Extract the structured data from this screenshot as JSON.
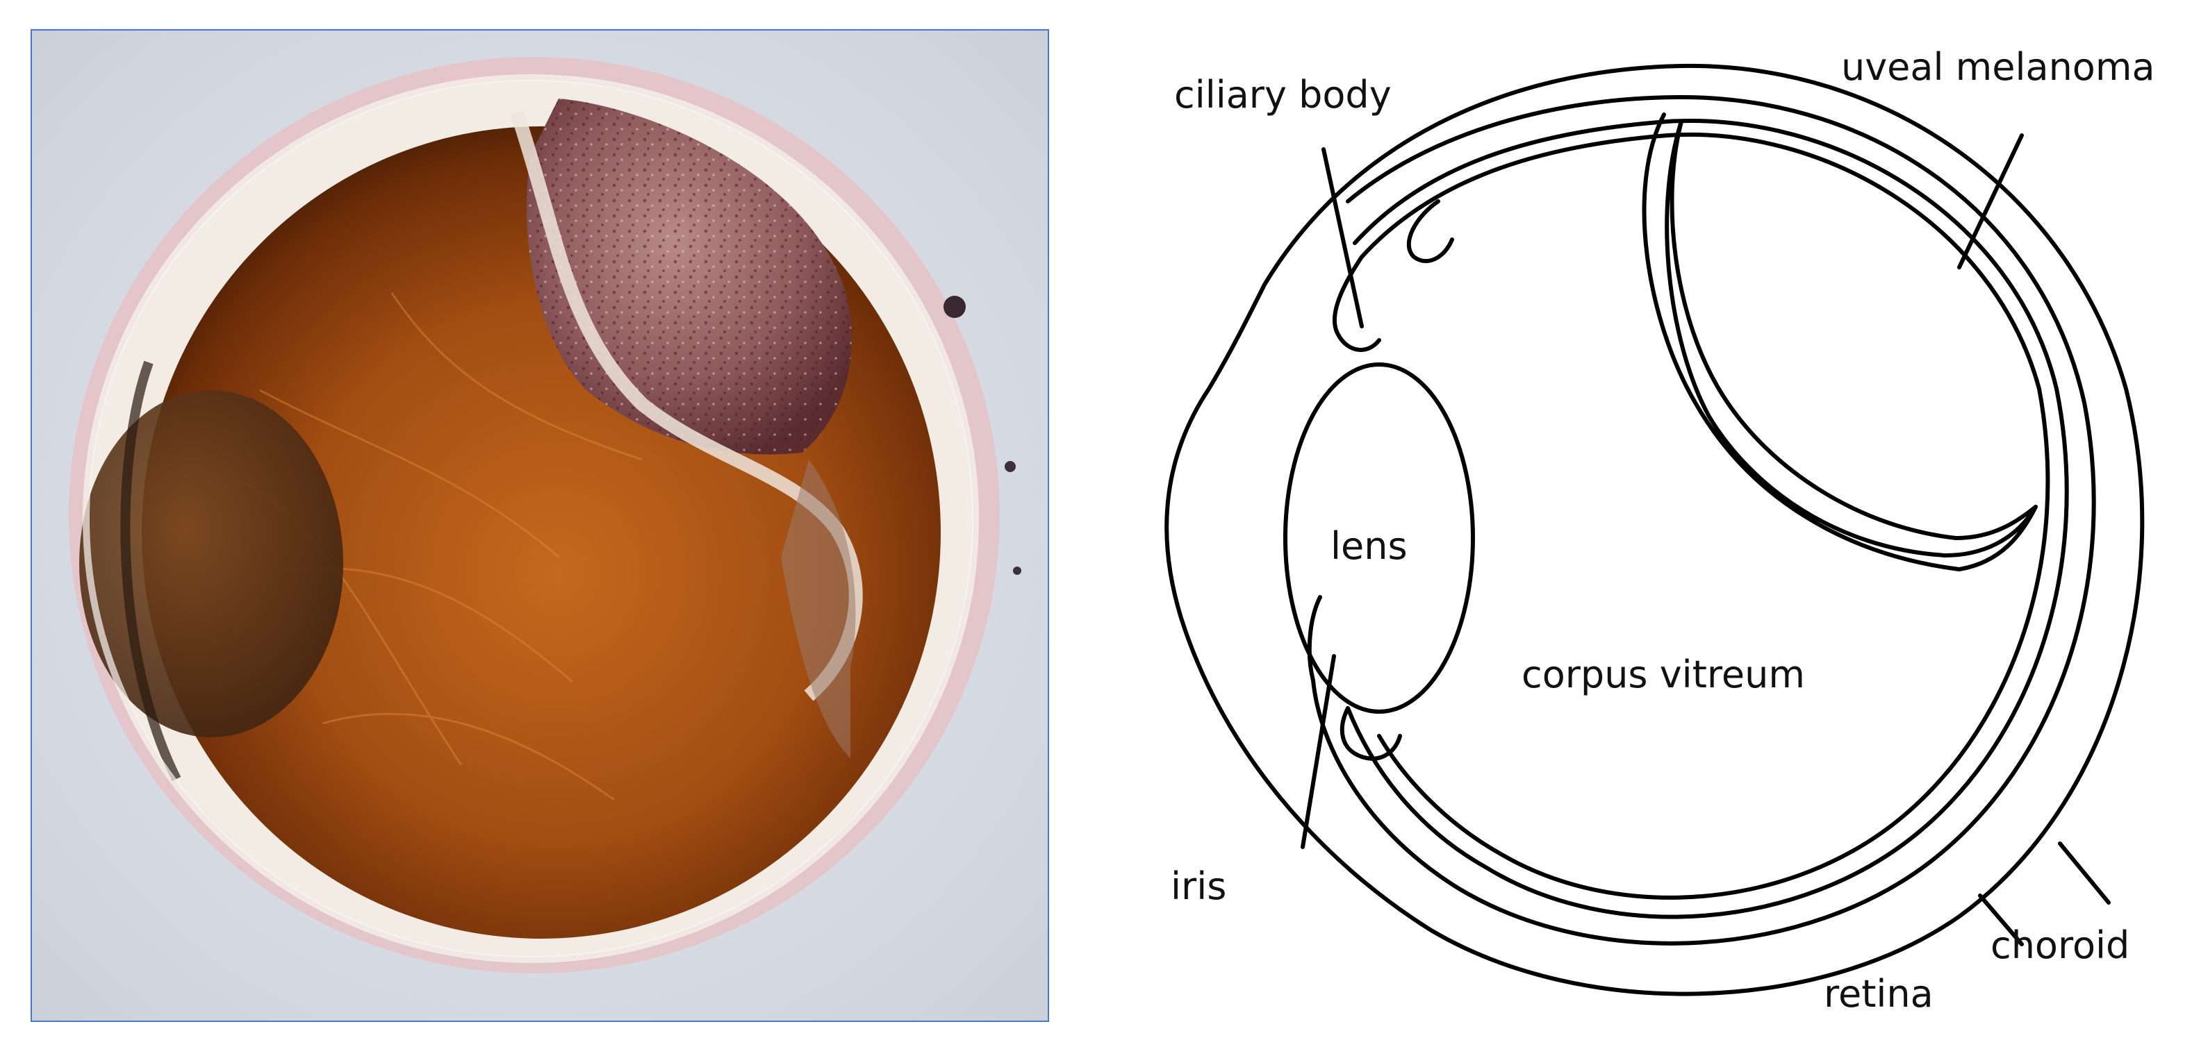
{
  "photo": {
    "description_icon": "dissected-eye-photo"
  },
  "diagram": {
    "labels": {
      "ciliary_body": "ciliary body",
      "uveal_melanoma": "uveal melanoma",
      "lens": "lens",
      "corpus_vitreum": "corpus vitreum",
      "iris": "iris",
      "choroid": "choroid",
      "retina": "retina"
    }
  },
  "colors": {
    "photo_border": "#4a78c8",
    "background": "#ffffff",
    "line": "#000000"
  }
}
